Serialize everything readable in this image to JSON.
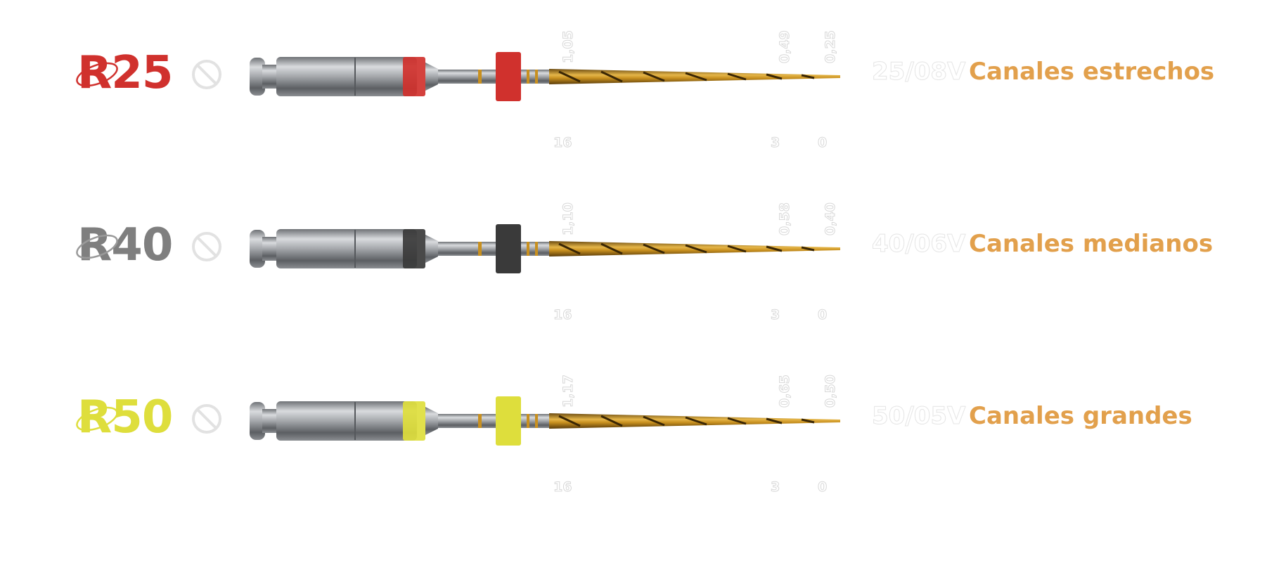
{
  "colors": {
    "accent": "#e2a04c",
    "r25": "#d0312d",
    "r40": "#7f7f7f",
    "r50": "#dede3c"
  },
  "files": [
    {
      "code": "R25",
      "ring_color": "#d0312d",
      "spec": "25/08V",
      "desc": "Canales estrechos",
      "diam_labels": [
        "1,05",
        "0,49",
        "0,25"
      ],
      "length_labels": [
        "16",
        "3",
        "0"
      ]
    },
    {
      "code": "R40",
      "ring_color": "#3a3a3a",
      "spec": "40/06V",
      "desc": "Canales medianos",
      "diam_labels": [
        "1,10",
        "0,58",
        "0,40"
      ],
      "length_labels": [
        "16",
        "3",
        "0"
      ]
    },
    {
      "code": "R50",
      "ring_color": "#dede3c",
      "spec": "50/05V",
      "desc": "Canales grandes",
      "diam_labels": [
        "1,17",
        "0,65",
        "0,50"
      ],
      "length_labels": [
        "16",
        "3",
        "0"
      ]
    }
  ],
  "icons": [
    "ring-logo-icon",
    "no-reciprocation-icon"
  ]
}
